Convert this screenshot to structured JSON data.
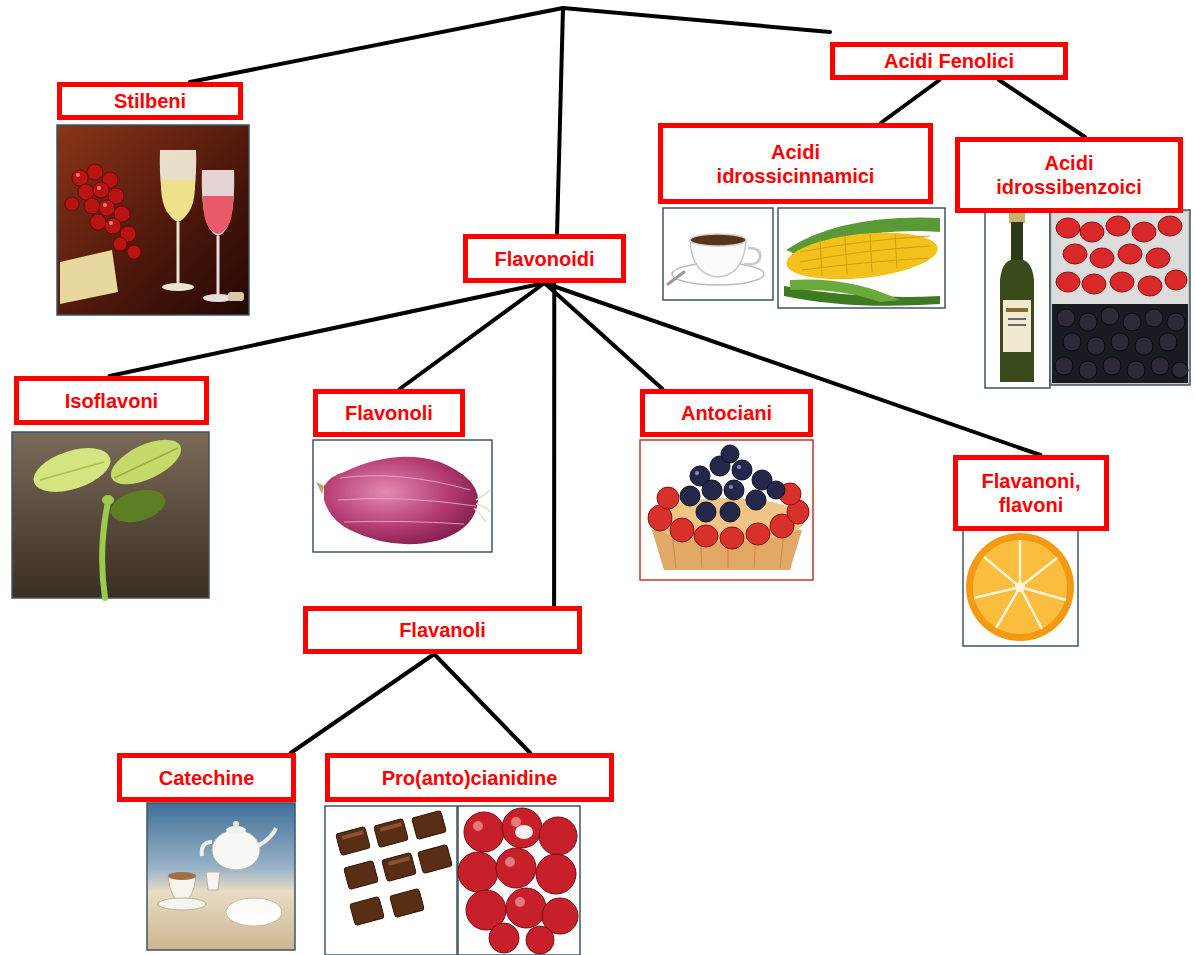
{
  "diagram": {
    "nodes": [
      {
        "text": [
          "Acidi Fenolici"
        ]
      },
      {
        "text": [
          "Stilbeni"
        ]
      },
      {
        "text": [
          "Acidi idrossicinnamici"
        ]
      },
      {
        "text": [
          "Acidi idrossibenzoici"
        ]
      },
      {
        "text": [
          "Flavonoidi"
        ]
      },
      {
        "text": [
          "Isoflavoni"
        ]
      },
      {
        "text": [
          "Flavonoli"
        ]
      },
      {
        "text": [
          "Antociani"
        ]
      },
      {
        "text": [
          "Flavanoni, flavoni"
        ]
      },
      {
        "text": [
          "Flavanoli"
        ]
      },
      {
        "text": [
          "Catechine"
        ]
      },
      {
        "text": [
          "Pro(anto)cianidine"
        ]
      }
    ],
    "edges": [
      {
        "from": 0,
        "to": 2,
        "arrow": "none"
      },
      {
        "from": 0,
        "to": 3,
        "arrow": "none"
      },
      {
        "from": 4,
        "to": 5,
        "arrow": "none"
      },
      {
        "from": 4,
        "to": 6,
        "arrow": "none"
      },
      {
        "from": 4,
        "to": 7,
        "arrow": "none"
      },
      {
        "from": 4,
        "to": 8,
        "arrow": "none"
      },
      {
        "from": 4,
        "to": 9,
        "arrow": "none"
      },
      {
        "from": 9,
        "to": 10,
        "arrow": "none"
      },
      {
        "from": 9,
        "to": 11,
        "arrow": "none"
      }
    ]
  }
}
